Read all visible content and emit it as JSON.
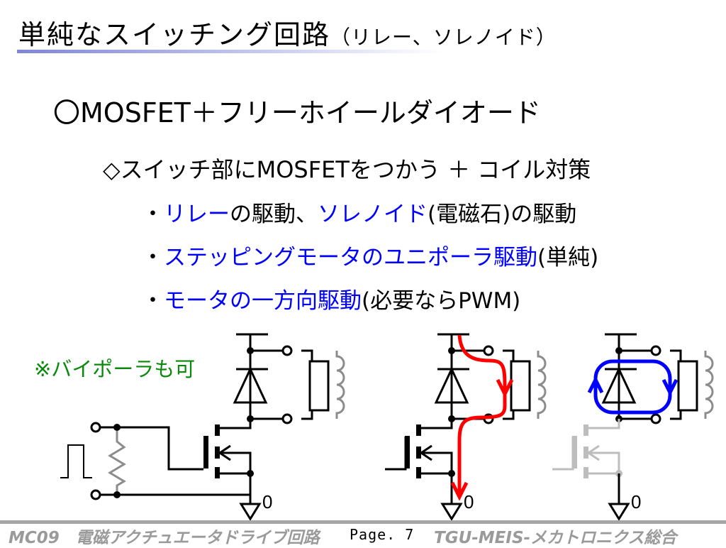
{
  "title": {
    "main": "単純なスイッチング回路",
    "sub": "（リレー、ソレノイド）"
  },
  "heading": "〇MOSFET＋フリーホイールダイオード",
  "subheading": "◇スイッチ部にMOSFETをつかう ＋ コイル対策",
  "bullets": [
    {
      "prefix": "・",
      "blue1": "リレー",
      "t1": "の駆動、",
      "blue2": "ソレノイド",
      "t2": "(電磁石)の駆動"
    },
    {
      "prefix": "・",
      "blue1": "ステッピングモータのユニポーラ駆動",
      "t1": "(単純)"
    },
    {
      "prefix": "・",
      "blue1": "モータの一方向駆動",
      "t1": "(必要ならPWM)"
    }
  ],
  "note": "※バイポーラも可",
  "circuits": {
    "ground_label": "0"
  },
  "footer": {
    "left": "MC09　電磁アクチュエータドライブ回路",
    "page": "Page. 7",
    "right": "TGU-MEIS-メカトロニクス総合"
  },
  "colors": {
    "accent_blue": "#0000ff",
    "current_on": "#ff0000",
    "current_free": "#0000ff",
    "note_green": "#0a8a0a"
  }
}
